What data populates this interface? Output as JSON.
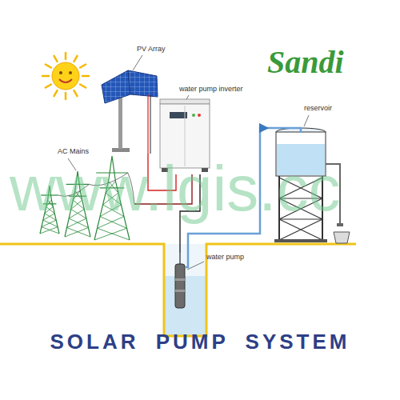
{
  "diagram": {
    "title": "SOLAR PUMP SYSTEM",
    "nodes": [
      {
        "text": [
          "PV Array"
        ]
      },
      {
        "text": [
          "water pump inverter"
        ]
      },
      {
        "text": [
          "AC Mains"
        ]
      },
      {
        "text": [
          "reservoir"
        ]
      },
      {
        "text": [
          "water pump"
        ]
      }
    ],
    "edges": [
      {
        "from": 0,
        "to": 1,
        "arrow": "none"
      },
      {
        "from": 2,
        "to": 1,
        "arrow": "none"
      },
      {
        "from": 1,
        "to": 4,
        "arrow": "none"
      },
      {
        "from": 4,
        "to": 3,
        "arrow": "to"
      }
    ],
    "labels": [
      "Sandi",
      "www.lgis.cc"
    ]
  }
}
